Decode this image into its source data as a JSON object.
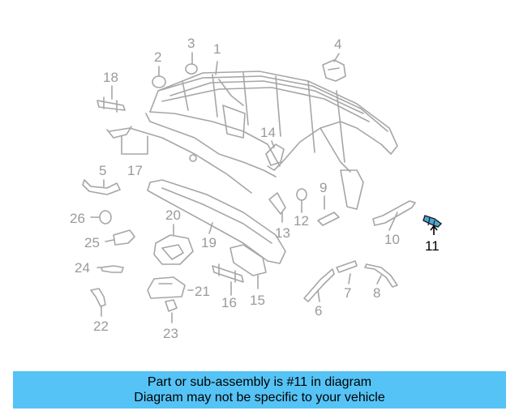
{
  "diagram": {
    "highlighted_part": "11",
    "colors": {
      "part_line": "#a6a6a6",
      "label": "#9a9a9a",
      "highlight_label": "#000000",
      "highlight_part": "#4aa8d6"
    },
    "labels": [
      "1",
      "2",
      "3",
      "4",
      "5",
      "6",
      "7",
      "8",
      "9",
      "10",
      "11",
      "12",
      "13",
      "14",
      "15",
      "16",
      "17",
      "18",
      "19",
      "20",
      "21",
      "22",
      "23",
      "24",
      "25",
      "26"
    ]
  },
  "banner": {
    "line1": "Part or sub-assembly is #11 in diagram",
    "line2": "Diagram may not be specific to your vehicle",
    "background": "#55c3f5"
  }
}
